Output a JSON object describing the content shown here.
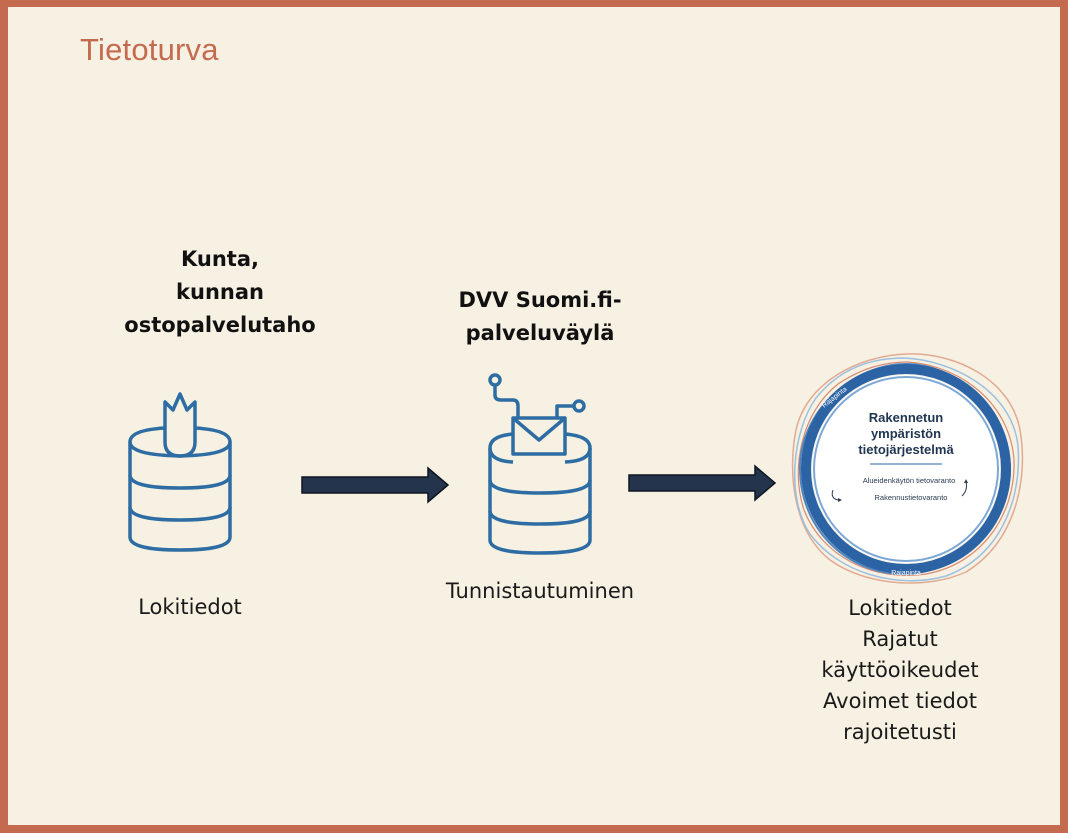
{
  "title": "Tietoturva",
  "nodes": [
    {
      "heading_lines": [
        "Kunta,",
        "kunnan",
        "ostopalvelutaho"
      ],
      "icon": "database-crown-icon",
      "caption_lines": [
        "Lokitiedot"
      ]
    },
    {
      "heading_lines": [
        "DVV Suomi.fi-",
        "palveluväylä"
      ],
      "icon": "database-mail-network-icon",
      "caption_lines": [
        "Tunnistautuminen"
      ]
    },
    {
      "heading_lines": [],
      "icon": "ryhti-badge-icon",
      "badge": {
        "title_lines": [
          "Rakennetun",
          "ympäristön",
          "tietojärjestelmä"
        ],
        "sub_lines": [
          "Alueidenkäytön tietovaranto",
          "Rakennustietovaranto"
        ],
        "ring_text": "Rajapinta"
      },
      "caption_lines": [
        "Lokitiedot",
        "Rajatut",
        "käyttöoikeudet",
        "Avoimet tiedot",
        "rajoitetusti"
      ]
    }
  ],
  "colors": {
    "frame": "#c46b4f",
    "background": "#f6f1e3",
    "icon_stroke": "#2e6da3",
    "arrow_fill": "#24344d"
  }
}
